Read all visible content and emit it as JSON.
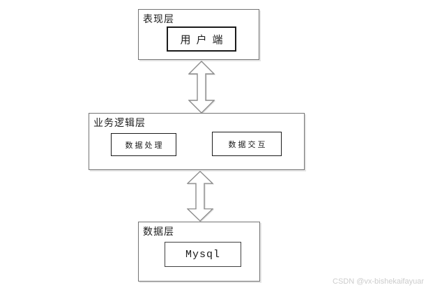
{
  "diagram": {
    "title": "three-tier-architecture",
    "layers": [
      {
        "label": "表现层",
        "nodes": [
          {
            "label": "用户端"
          }
        ]
      },
      {
        "label": "业务逻辑层",
        "nodes": [
          {
            "label": "数据处理"
          },
          {
            "label": "数据交互"
          }
        ]
      },
      {
        "label": "数据层",
        "nodes": [
          {
            "label": "Mysql"
          }
        ]
      }
    ],
    "connections": [
      {
        "from": "表现层",
        "to": "业务逻辑层",
        "type": "bidirectional"
      },
      {
        "from": "业务逻辑层",
        "to": "数据层",
        "type": "bidirectional"
      }
    ],
    "watermark": "CSDN @vx-bishekaifayuar"
  },
  "colors": {
    "background": "#ffffff",
    "text": "#1a1a1a",
    "outer_border": "#737373",
    "inner_border": "#1a1a1a",
    "arrow_fill": "#ffffff",
    "arrow_outline": "#8c8c8c",
    "watermark": "#cccccc"
  }
}
